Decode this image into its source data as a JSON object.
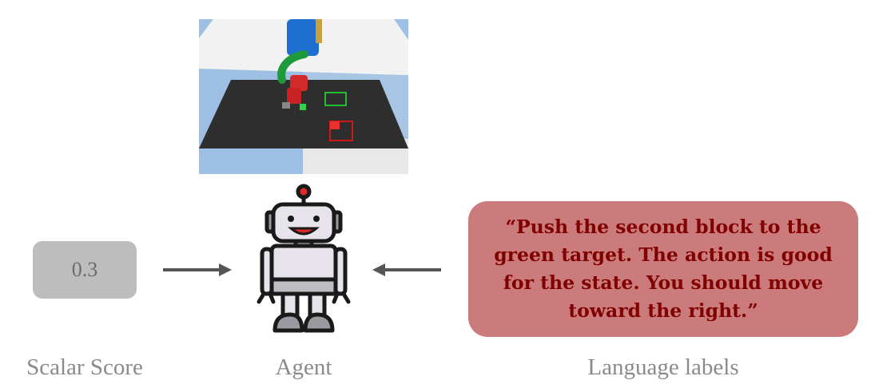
{
  "scalar": {
    "value": "0.3",
    "label": "Scalar Score"
  },
  "agent": {
    "label": "Agent",
    "icon": "robot-icon"
  },
  "language": {
    "text": "“Push the second block to the green target. The action is good for the state. You should move toward the right.”",
    "label": "Language labels"
  },
  "colors": {
    "scalar_box": "#bdbdbd",
    "speech_box": "#cc7b7c",
    "speech_text": "#800000",
    "arrow": "#555555",
    "label_text": "#8a8a8a"
  }
}
